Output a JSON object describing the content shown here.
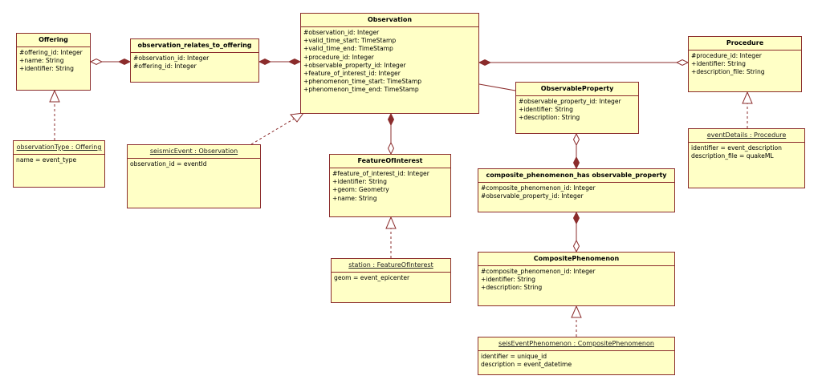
{
  "classes": {
    "offering": {
      "name": "Offering",
      "attrs": [
        "#offering_id: Integer",
        "+name: String",
        "+identifier: String"
      ]
    },
    "rel_offering": {
      "name": "observation_relates_to_offering",
      "attrs": [
        "#observation_id: Integer",
        "#offering_id: Integer"
      ]
    },
    "observation": {
      "name": "Observation",
      "attrs": [
        "#observation_id: Integer",
        "+valid_time_start: TimeStamp",
        "+valid_time_end: TimeStamp",
        "+procedure_id: Integer",
        "+observable_property_id: Integer",
        "+feature_of_interest_id: Integer",
        "+phenomenon_time_start: TimeStamp",
        "+phenomenon_time_end: TimeStamp"
      ]
    },
    "procedure": {
      "name": "Procedure",
      "attrs": [
        "#procedure_id: Integer",
        "+identifier: String",
        "+description_file: String"
      ]
    },
    "observable_property": {
      "name": "ObservableProperty",
      "attrs": [
        "#observable_property_id: Integer",
        "+identifier: String",
        "+description: String"
      ]
    },
    "composite_rel": {
      "name": "composite_phenomenon_has observable_property",
      "attrs": [
        "#composite_phenomenon_id: Integer",
        "#observable_property_id: Integer"
      ]
    },
    "feature": {
      "name": "FeatureOfInterest",
      "attrs": [
        "#feature_of_interest_id: Integer",
        "+identifier: String",
        "+geom: Geometry",
        "+name: String"
      ]
    },
    "composite_phenomenon": {
      "name": "CompositePhenomenon",
      "attrs": [
        "#composite_phenomenon_id: Integer",
        "+identifier: String",
        "+description: String"
      ]
    }
  },
  "instances": {
    "observation_type": {
      "name": "observationType : Offering",
      "attrs": [
        "name = event_type"
      ]
    },
    "seismic_event": {
      "name": "seismicEvent : Observation",
      "attrs": [
        "observation_id = eventId"
      ]
    },
    "event_details": {
      "name": "eventDetails : Procedure",
      "attrs": [
        "identifier = event_description",
        "description_file = quakeML"
      ]
    },
    "station": {
      "name": "station : FeatureOfInterest",
      "attrs": [
        "geom = event_epicenter"
      ]
    },
    "seis_event_phenomenon": {
      "name": "seisEventPhenomenon : CompositePhenomenon",
      "attrs": [
        "identifier = unique_id",
        "description = event_datetime"
      ]
    }
  },
  "colors": {
    "box_fill": "#ffffc6",
    "line": "#8b2c2c"
  }
}
